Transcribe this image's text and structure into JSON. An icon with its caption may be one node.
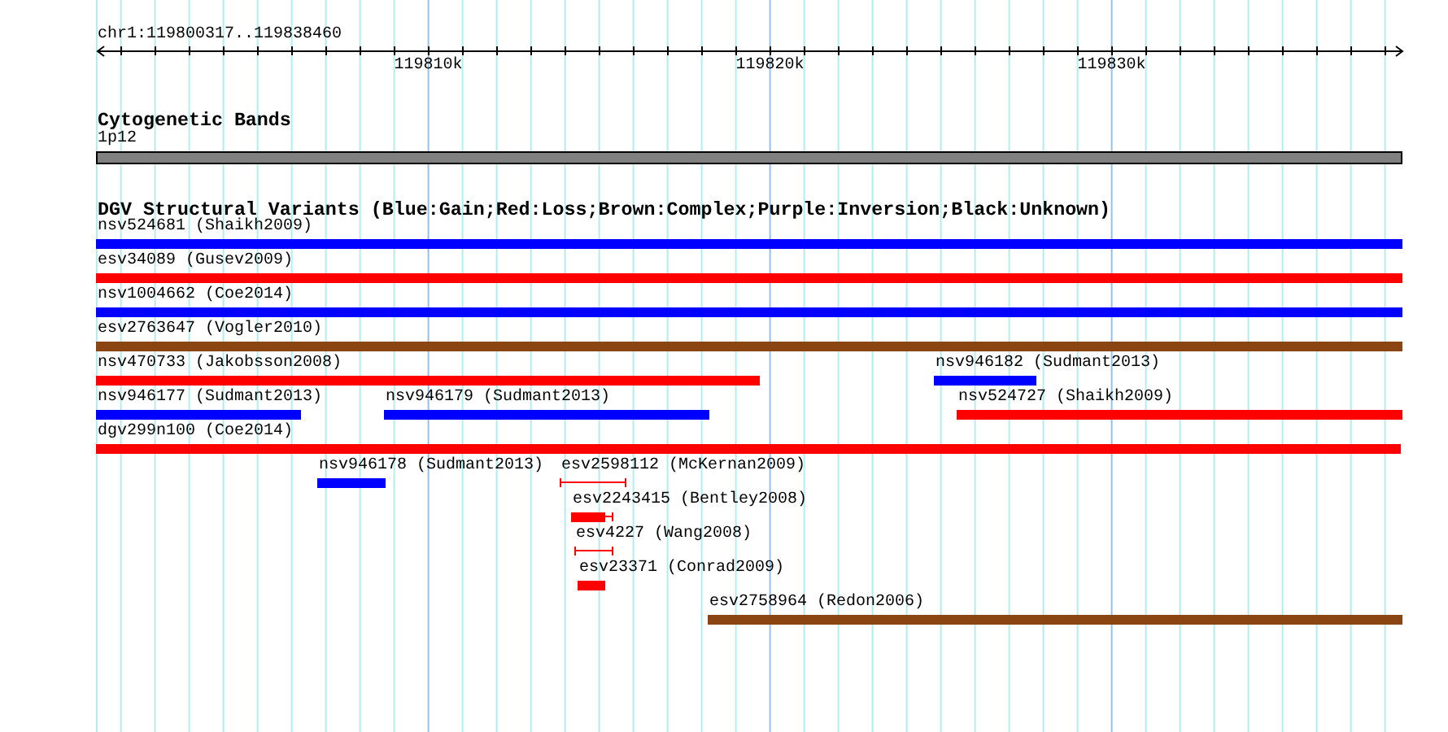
{
  "diagram": {
    "nodes": [
      {
        "text": [
          "1p12"
        ]
      },
      {
        "text": [
          "nsv524681 (Shaikh2009)"
        ]
      },
      {
        "text": [
          "esv34089 (Gusev2009)"
        ]
      },
      {
        "text": [
          "nsv1004662 (Coe2014)"
        ]
      },
      {
        "text": [
          "esv2763647 (Vogler2010)"
        ]
      },
      {
        "text": [
          "nsv470733 (Jakobsson2008)"
        ]
      },
      {
        "text": [
          "nsv946182 (Sudmant2013)"
        ]
      },
      {
        "text": [
          "nsv946177 (Sudmant2013)"
        ]
      },
      {
        "text": [
          "nsv946179 (Sudmant2013)"
        ]
      },
      {
        "text": [
          "nsv524727 (Shaikh2009)"
        ]
      },
      {
        "text": [
          "dgv299n100 (Coe2014)"
        ]
      },
      {
        "text": [
          "nsv946178 (Sudmant2013)"
        ]
      },
      {
        "text": [
          "esv2598112 (McKernan2009)"
        ]
      },
      {
        "text": [
          "esv2243415 (Bentley2008)"
        ]
      },
      {
        "text": [
          "esv4227 (Wang2008)"
        ]
      },
      {
        "text": [
          "esv23371 (Conrad2009)"
        ]
      },
      {
        "text": [
          "esv2758964 (Redon2006)"
        ]
      }
    ],
    "labels": [
      "chr1:119800317..119838460",
      "119810k",
      "119820k",
      "119830k",
      "Cytogenetic Bands",
      "DGV Structural Variants (Blue:Gain;Red:Loss;Brown:Complex;Purple:Inversion;Black:Unknown)"
    ]
  }
}
